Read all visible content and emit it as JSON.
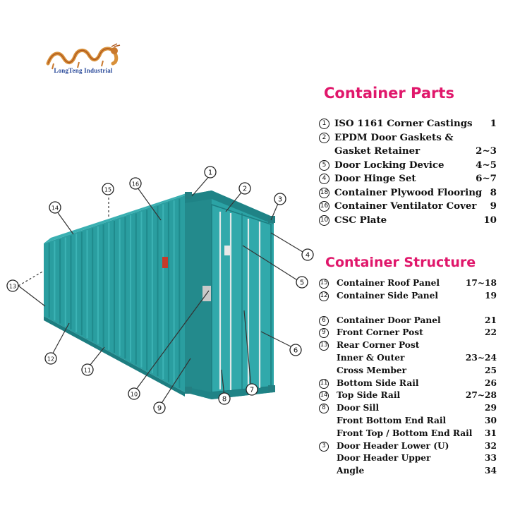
{
  "logo": {
    "text": "LongTeng Industrial"
  },
  "parts": {
    "title": "Container Parts",
    "items": [
      {
        "num": "1",
        "label": "ISO 1161 Corner Castings",
        "value": "1"
      },
      {
        "num": "2",
        "label": "EPDM Door Gaskets  &",
        "value": ""
      },
      {
        "num": "",
        "label": "Gasket Retainer",
        "value": "2~3"
      },
      {
        "num": "5",
        "label": "Door Locking Device",
        "value": "4~5"
      },
      {
        "num": "4",
        "label": "Door Hinge Set",
        "value": "6~7"
      },
      {
        "num": "18",
        "label": "Container Plywood Flooring",
        "value": "8"
      },
      {
        "num": "16",
        "label": "Container Ventilator Cover",
        "value": "9"
      },
      {
        "num": "10",
        "label": "CSC Plate",
        "value": "10"
      }
    ]
  },
  "structure": {
    "title": "Container Structure",
    "items": [
      {
        "num": "15",
        "label": "Container Roof Panel",
        "value": "17~18"
      },
      {
        "num": "12",
        "label": "Container Side Panel",
        "value": "19"
      },
      {
        "num": "6",
        "label": "Container Door Panel",
        "value": "21"
      },
      {
        "num": "9",
        "label": "Front Corner Post",
        "value": "22"
      },
      {
        "num": "13",
        "label": "Rear Corner Post",
        "value": ""
      },
      {
        "num": "",
        "label": "Inner & Outer",
        "value": "23~24"
      },
      {
        "num": "",
        "label": "Cross Member",
        "value": "25"
      },
      {
        "num": "11",
        "label": "Bottom Side Rail",
        "value": "26"
      },
      {
        "num": "14",
        "label": "Top Side Rail",
        "value": "27~28"
      },
      {
        "num": "8",
        "label": "Door Sill",
        "value": "29"
      },
      {
        "num": "",
        "label": "Front Bottom End Rail",
        "value": "30"
      },
      {
        "num": "",
        "label": "Front Top / Bottom End Rail",
        "value": "31"
      },
      {
        "num": "3",
        "label": "Door Header Lower (U)",
        "value": "32"
      },
      {
        "num": "",
        "label": "Door Header Upper",
        "value": "33"
      },
      {
        "num": "",
        "label": "Angle",
        "value": "34"
      }
    ]
  },
  "callouts": [
    "1",
    "2",
    "3",
    "4",
    "5",
    "6",
    "7",
    "8",
    "9",
    "10",
    "11",
    "12",
    "13",
    "14",
    "15",
    "16"
  ],
  "colors": {
    "title": "#e0176b",
    "container": "#2a9ea0",
    "container_dark": "#1c7d80",
    "logo": "#d8903a"
  }
}
